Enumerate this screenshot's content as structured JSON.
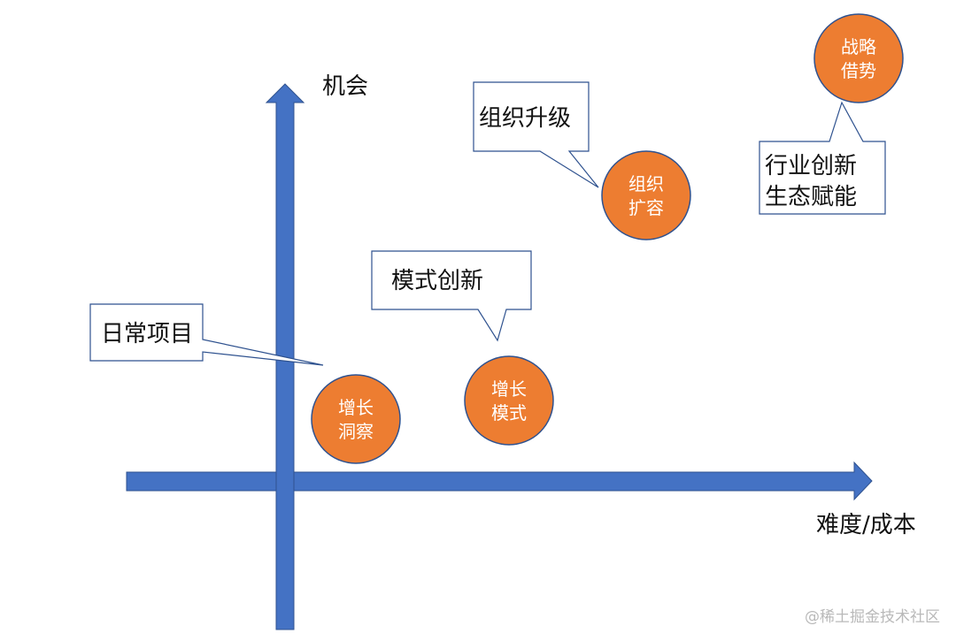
{
  "axes": {
    "y_label": "机会",
    "x_label": "难度/成本"
  },
  "colors": {
    "axis": "#4472C4",
    "axis_outline": "#2F528F",
    "circle_fill": "#ED7D31",
    "circle_outline": "#2F528F",
    "callout_border": "#2F528F"
  },
  "nodes": [
    {
      "id": "growth-insight",
      "line1": "增长",
      "line2": "洞察"
    },
    {
      "id": "growth-model",
      "line1": "增长",
      "line2": "模式"
    },
    {
      "id": "org-expansion",
      "line1": "组织",
      "line2": "扩容"
    },
    {
      "id": "strategic-leverage",
      "line1": "战略",
      "line2": "借势"
    }
  ],
  "callouts": [
    {
      "id": "daily-projects",
      "line1": "日常项目",
      "points_to": "growth-insight"
    },
    {
      "id": "model-innovation",
      "line1": "模式创新",
      "points_to": "growth-model"
    },
    {
      "id": "org-upgrade",
      "line1": "组织升级",
      "points_to": "org-expansion"
    },
    {
      "id": "industry-innovation",
      "line1": "行业创新",
      "line2": "生态赋能",
      "points_to": "strategic-leverage"
    }
  ],
  "watermark": "@稀土掘金技术社区"
}
